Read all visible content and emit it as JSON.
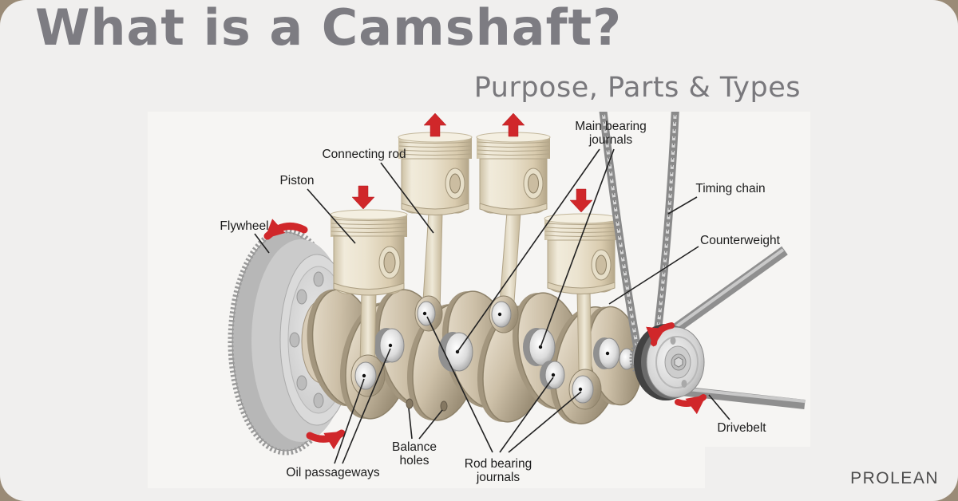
{
  "card": {
    "title": "What is a Camshaft?",
    "subtitle": "Purpose, Parts & Types",
    "brand": "PROLEAN"
  },
  "colors": {
    "outer_background": "#9a8b77",
    "card_background": "#f0efee",
    "diagram_background": "#f6f5f3",
    "title_text": "#7d7c82",
    "subtitle_text": "#79787c",
    "brand_text": "#4d4d4d",
    "label_text": "#1c1c1c",
    "arrow_red": "#d0272a",
    "counterweight_tan": "#cdc0a8",
    "piston_cream": "#ebe3cf",
    "journal_silver": "#dcdcdc"
  },
  "diagram": {
    "labels": {
      "connecting_rod": "Connecting rod",
      "piston": "Piston",
      "flywheel": "Flywheel",
      "main_bearing_journals": [
        "Main bearing",
        "journals"
      ],
      "timing_chain": "Timing chain",
      "counterweight": "Counterweight",
      "drivebelt": "Drivebelt",
      "balance_holes": [
        "Balance",
        "holes"
      ],
      "oil_passageways": "Oil passageways",
      "rod_bearing_journals": [
        "Rod bearing",
        "journals"
      ]
    }
  }
}
